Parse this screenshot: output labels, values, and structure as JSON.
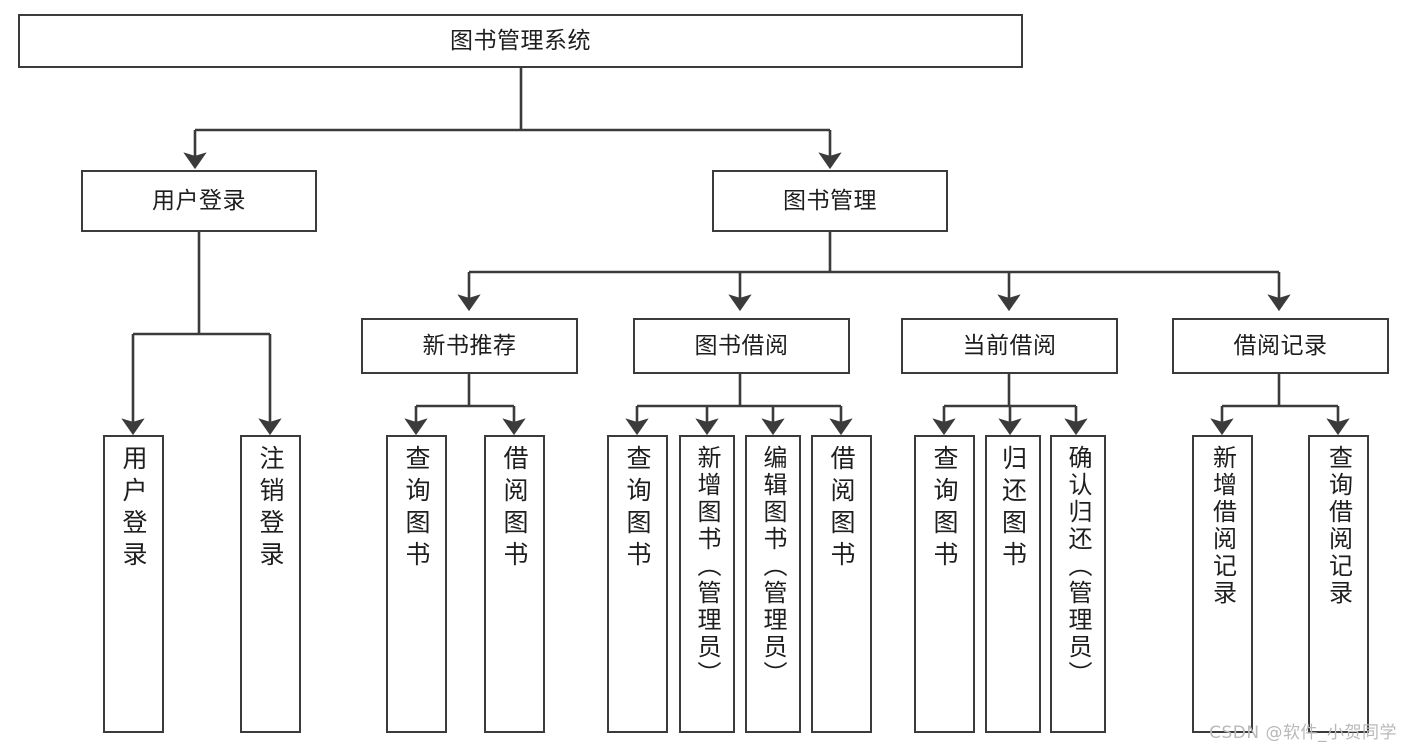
{
  "diagram": {
    "title": "图书管理系统",
    "type": "tree-hierarchy-chart",
    "line_color": "#3b3b3b",
    "box_fill": "#ffffff",
    "text_color": "#1e1e1e",
    "levels": {
      "root": "图书管理系统",
      "level2": [
        "用户登录",
        "图书管理"
      ],
      "level3": [
        "新书推荐",
        "图书借阅",
        "当前借阅",
        "借阅记录"
      ]
    },
    "nodes": {
      "root": {
        "label": "图书管理系统"
      },
      "user_login": {
        "label": "用户登录"
      },
      "book_manage": {
        "label": "图书管理"
      },
      "new_book_rec": {
        "label": "新书推荐"
      },
      "book_borrow": {
        "label": "图书借阅"
      },
      "current_borrow": {
        "label": "当前借阅"
      },
      "borrow_record": {
        "label": "借阅记录"
      },
      "leaf_user_login": {
        "label": "用户登录"
      },
      "leaf_logout": {
        "label": "注销登录"
      },
      "leaf_query_book_a": {
        "label": "查询图书"
      },
      "leaf_borrow_book_a": {
        "label": "借阅图书"
      },
      "leaf_query_book_b": {
        "label": "查询图书"
      },
      "leaf_add_book": {
        "label": "新增图书（管理员）"
      },
      "leaf_edit_book": {
        "label": "编辑图书（管理员）"
      },
      "leaf_borrow_book_b": {
        "label": "借阅图书"
      },
      "leaf_query_book_c": {
        "label": "查询图书"
      },
      "leaf_return_book": {
        "label": "归还图书"
      },
      "leaf_confirm_return": {
        "label": "确认归还（管理员）"
      },
      "leaf_add_record": {
        "label": "新增借阅记录"
      },
      "leaf_query_record": {
        "label": "查询借阅记录"
      }
    }
  },
  "watermark": {
    "text": "CSDN @软件_小贺同学"
  }
}
